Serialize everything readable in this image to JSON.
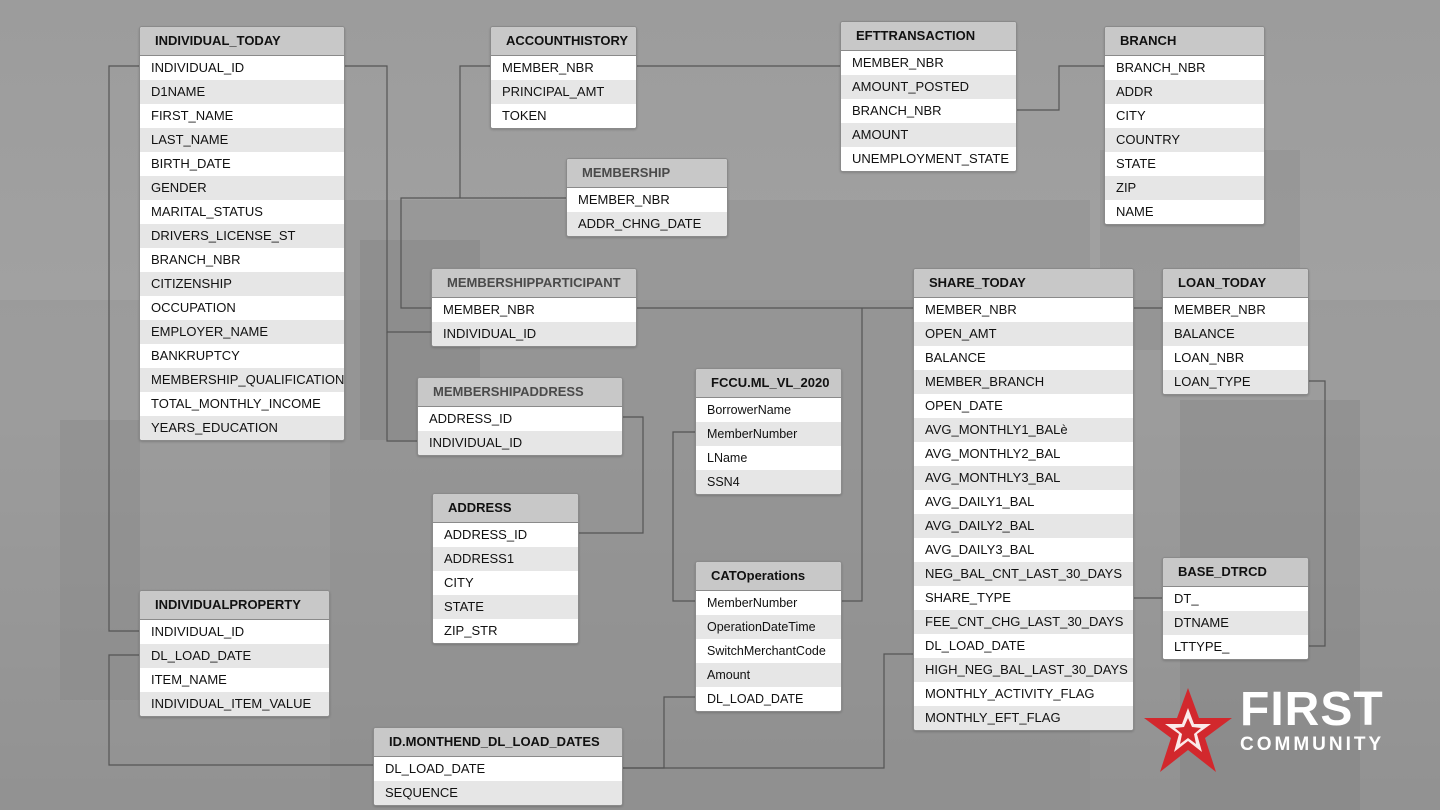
{
  "colors": {
    "header_bg": "#c8c8c8",
    "row_alt_bg": "#e6e6e6",
    "connector": "#555555",
    "logo_red": "#d2282d",
    "logo_white": "#ffffff"
  },
  "tables": {
    "individual_today": {
      "title": "INDIVIDUAL_TODAY",
      "fields": [
        "INDIVIDUAL_ID",
        "D1NAME",
        "FIRST_NAME",
        "LAST_NAME",
        "BIRTH_DATE",
        "GENDER",
        "MARITAL_STATUS",
        "DRIVERS_LICENSE_ST",
        "BRANCH_NBR",
        "CITIZENSHIP",
        "OCCUPATION",
        "EMPLOYER_NAME",
        "BANKRUPTCY",
        "MEMBERSHIP_QUALIFICATION",
        "TOTAL_MONTHLY_INCOME",
        "YEARS_EDUCATION"
      ]
    },
    "accounthistory": {
      "title": "ACCOUNTHISTORY",
      "fields": [
        "MEMBER_NBR",
        "PRINCIPAL_AMT",
        "TOKEN"
      ]
    },
    "efttransaction": {
      "title": "EFTTRANSACTION",
      "fields": [
        "MEMBER_NBR",
        "AMOUNT_POSTED",
        "BRANCH_NBR",
        "AMOUNT",
        "UNEMPLOYMENT_STATE"
      ]
    },
    "branch": {
      "title": "BRANCH",
      "fields": [
        "BRANCH_NBR",
        "ADDR",
        "CITY",
        "COUNTRY",
        "STATE",
        "ZIP",
        "NAME"
      ]
    },
    "membership": {
      "title": "MEMBERSHIP",
      "fields": [
        "MEMBER_NBR",
        "ADDR_CHNG_DATE"
      ]
    },
    "membershipparticipant": {
      "title": "MEMBERSHIPPARTICIPANT",
      "fields": [
        "MEMBER_NBR",
        "INDIVIDUAL_ID"
      ]
    },
    "membershipaddress": {
      "title": "MEMBERSHIPADDRESS",
      "fields": [
        "ADDRESS_ID",
        "INDIVIDUAL_ID"
      ]
    },
    "address": {
      "title": "ADDRESS",
      "fields": [
        "ADDRESS_ID",
        "ADDRESS1",
        "CITY",
        "STATE",
        "ZIP_STR"
      ]
    },
    "fccu_ml_vl_2020": {
      "title": "FCCU.ML_VL_2020",
      "fields": [
        "BorrowerName",
        "MemberNumber",
        "LName",
        "SSN4"
      ]
    },
    "catoperations": {
      "title": "CATOperations",
      "fields": [
        "MemberNumber",
        "OperationDateTime",
        "SwitchMerchantCode",
        "Amount",
        "DL_LOAD_DATE"
      ]
    },
    "share_today": {
      "title": "SHARE_TODAY",
      "fields": [
        "MEMBER_NBR",
        "OPEN_AMT",
        "BALANCE",
        "MEMBER_BRANCH",
        "OPEN_DATE",
        "AVG_MONTHLY1_BALè",
        "AVG_MONTHLY2_BAL",
        "AVG_MONTHLY3_BAL",
        "AVG_DAILY1_BAL",
        "AVG_DAILY2_BAL",
        "AVG_DAILY3_BAL",
        "NEG_BAL_CNT_LAST_30_DAYS",
        "SHARE_TYPE",
        "FEE_CNT_CHG_LAST_30_DAYS",
        "DL_LOAD_DATE",
        "HIGH_NEG_BAL_LAST_30_DAYS",
        "MONTHLY_ACTIVITY_FLAG",
        "MONTHLY_EFT_FLAG"
      ]
    },
    "loan_today": {
      "title": "LOAN_TODAY",
      "fields": [
        "MEMBER_NBR",
        "BALANCE",
        "LOAN_NBR",
        "LOAN_TYPE"
      ]
    },
    "base_dtrcd": {
      "title": "BASE_DTRCD",
      "fields": [
        "DT_",
        "DTNAME",
        "LTTYPE_"
      ]
    },
    "individualproperty": {
      "title": "INDIVIDUALPROPERTY",
      "fields": [
        "INDIVIDUAL_ID",
        "DL_LOAD_DATE",
        "ITEM_NAME",
        "INDIVIDUAL_ITEM_VALUE"
      ]
    },
    "id_monthend_dl_load_dates": {
      "title": "ID.MONTHEND_DL_LOAD_DATES",
      "fields": [
        "DL_LOAD_DATE",
        "SEQUENCE"
      ]
    }
  },
  "logo": {
    "line1": "FIRST",
    "line2": "COMMUNITY",
    "icon": "red-star-icon"
  }
}
